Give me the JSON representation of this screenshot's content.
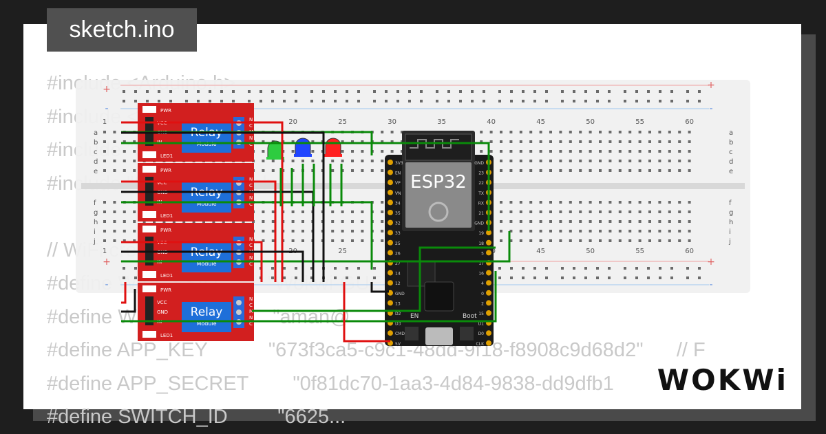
{
  "file_tab": {
    "label": "sketch.ino"
  },
  "code_lines": [
    "#include <Arduino.h>",
    "#include <WiFi.h>",
    "#include \"SinricPro.h\"",
    "#include \"SinricProSwitch.h\"",
    "",
    "// WiFi credentials",
    "#define WIFI_SSID         \"Wokwi-GUEST\"",
    "#define WIFI_PASS         \"aman@",
    "#define APP_KEY           \"673f3ca5-c9c1-48dd-9f18-f8908c9d68d2\"      // F",
    "#define APP_SECRET        \"0f81dc70-1aa3-4d84-9838-dd9dfb1",
    "#define SWITCH_ID         \"6625..."
  ],
  "breadboard": {
    "col_labels": [
      "1",
      "20",
      "25",
      "30",
      "35",
      "40",
      "45",
      "50",
      "55",
      "60"
    ],
    "row_labels_top": [
      "a",
      "b",
      "c",
      "d",
      "e"
    ],
    "row_labels_bottom": [
      "f",
      "g",
      "h",
      "i",
      "j"
    ],
    "rail_plus": "+",
    "rail_minus": "-"
  },
  "relays": [
    {
      "title": "Relay",
      "subtitle": "Module",
      "pins": [
        "VCC",
        "GND",
        "IN"
      ],
      "leds": [
        "PWR",
        "LED1"
      ],
      "terminals": [
        "N",
        "C",
        "M",
        "N",
        "C"
      ]
    },
    {
      "title": "Relay",
      "subtitle": "Module",
      "pins": [
        "VCC",
        "GND",
        "IN"
      ],
      "leds": [
        "PWR",
        "LED1"
      ],
      "terminals": [
        "N",
        "C",
        "M",
        "N",
        "C"
      ]
    },
    {
      "title": "Relay",
      "subtitle": "Module",
      "pins": [
        "VCC",
        "GND",
        "IN"
      ],
      "leds": [
        "PWR",
        "LED1"
      ],
      "terminals": [
        "N",
        "C",
        "M",
        "N",
        "C"
      ]
    },
    {
      "title": "Relay",
      "subtitle": "Module",
      "pins": [
        "VCC",
        "GND",
        "IN"
      ],
      "leds": [
        "PWR",
        "LED1"
      ],
      "terminals": [
        "N",
        "C",
        "M",
        "N",
        "C"
      ]
    }
  ],
  "esp32": {
    "label": "ESP32",
    "button_left": "EN",
    "button_right": "Boot",
    "pins_left": [
      "3V3",
      "EN",
      "VP",
      "VN",
      "34",
      "35",
      "32",
      "33",
      "25",
      "26",
      "27",
      "14",
      "12",
      "GND",
      "13",
      "D2",
      "D3",
      "CMD",
      "5V"
    ],
    "pins_right": [
      "GND",
      "23",
      "22",
      "TX",
      "RX",
      "21",
      "GND",
      "19",
      "18",
      "5",
      "17",
      "16",
      "4",
      "0",
      "2",
      "15",
      "D1",
      "D0",
      "CLK"
    ]
  },
  "leds": [
    {
      "name": "green-led",
      "color": "#2ecc40"
    },
    {
      "name": "blue-led",
      "color": "#2045ff"
    },
    {
      "name": "red-led",
      "color": "#ff2020"
    }
  ],
  "colors": {
    "relay_board": "#d21f1f",
    "relay_block": "#1e6fd9",
    "esp32_board": "#1a1a1a",
    "breadboard": "#f0f0f0",
    "wire_red": "#e01010",
    "wire_green": "#0a8a0a",
    "wire_black": "#111111"
  },
  "brand": {
    "logo": "WOKWi"
  }
}
